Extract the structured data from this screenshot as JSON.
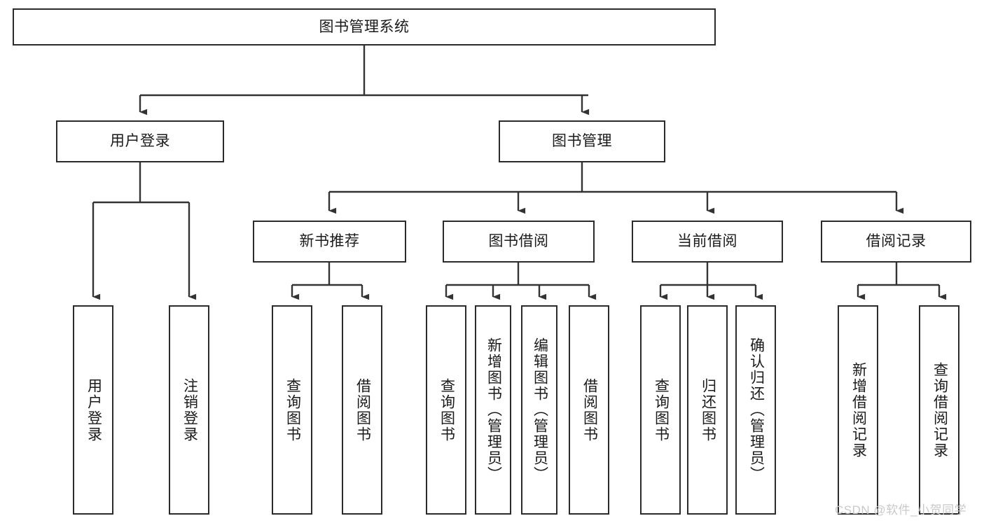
{
  "diagram": {
    "title": "图书管理系统",
    "type": "功能结构图",
    "colors": {
      "box_border": "#2b2b2b",
      "box_fill": "#ffffff",
      "connector": "#333333",
      "text": "#1a1a1a",
      "watermark": "#c9c9c9",
      "background": "#ffffff"
    },
    "root": {
      "label": "图书管理系统",
      "orientation": "horizontal"
    },
    "level2": [
      {
        "label": "用户登录",
        "orientation": "horizontal"
      },
      {
        "label": "图书管理",
        "orientation": "horizontal"
      }
    ],
    "level3": [
      {
        "label": "新书推荐",
        "orientation": "horizontal"
      },
      {
        "label": "图书借阅",
        "orientation": "horizontal"
      },
      {
        "label": "当前借阅",
        "orientation": "horizontal"
      },
      {
        "label": "借阅记录",
        "orientation": "horizontal"
      }
    ],
    "leaves": {
      "user_login": [
        {
          "label": "用户登录",
          "orientation": "vertical"
        },
        {
          "label": "注销登录",
          "orientation": "vertical"
        }
      ],
      "new_book_recommend": [
        {
          "label": "查询图书",
          "orientation": "vertical"
        },
        {
          "label": "借阅图书",
          "orientation": "vertical"
        }
      ],
      "book_borrow": [
        {
          "label": "查询图书",
          "orientation": "vertical"
        },
        {
          "label": "新增图书（管理员）",
          "orientation": "vertical"
        },
        {
          "label": "编辑图书（管理员）",
          "orientation": "vertical"
        },
        {
          "label": "借阅图书",
          "orientation": "vertical"
        }
      ],
      "current_borrow": [
        {
          "label": "查询图书",
          "orientation": "vertical"
        },
        {
          "label": "归还图书",
          "orientation": "vertical"
        },
        {
          "label": "确认归还（管理员）",
          "orientation": "vertical"
        }
      ],
      "borrow_record": [
        {
          "label": "新增借阅记录",
          "orientation": "vertical"
        },
        {
          "label": "查询借阅记录",
          "orientation": "vertical"
        }
      ]
    },
    "watermark": "CSDN @软件_小贺同学"
  }
}
